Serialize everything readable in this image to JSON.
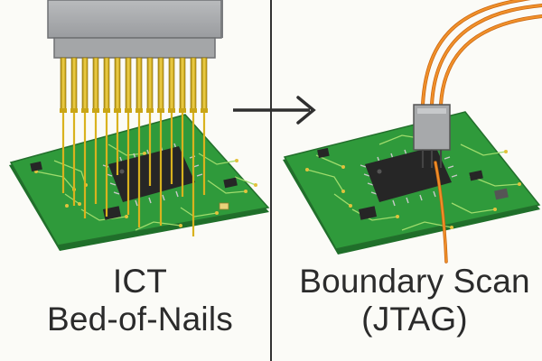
{
  "panels": {
    "left": {
      "title_line1": "ICT",
      "title_line2": "Bed-of-Nails"
    },
    "right": {
      "title_line1": "Boundary Scan",
      "title_line2": "(JTAG)"
    }
  },
  "colors": {
    "background": "#fbfbf7",
    "pcb_green": "#2f9a3b",
    "pcb_edge": "#1f6f2a",
    "fixture_gray": "#a7a9ab",
    "pogo_gold": "#d9b21e",
    "jtag_cable_orange": "#e8811a",
    "chip_black": "#262626",
    "divider": "#333333"
  },
  "icons": [
    "bed-of-nails-fixture",
    "pogo-pin",
    "pcb-board",
    "qfp-chip",
    "arrow-right",
    "jtag-probe",
    "ribbon-cable"
  ]
}
